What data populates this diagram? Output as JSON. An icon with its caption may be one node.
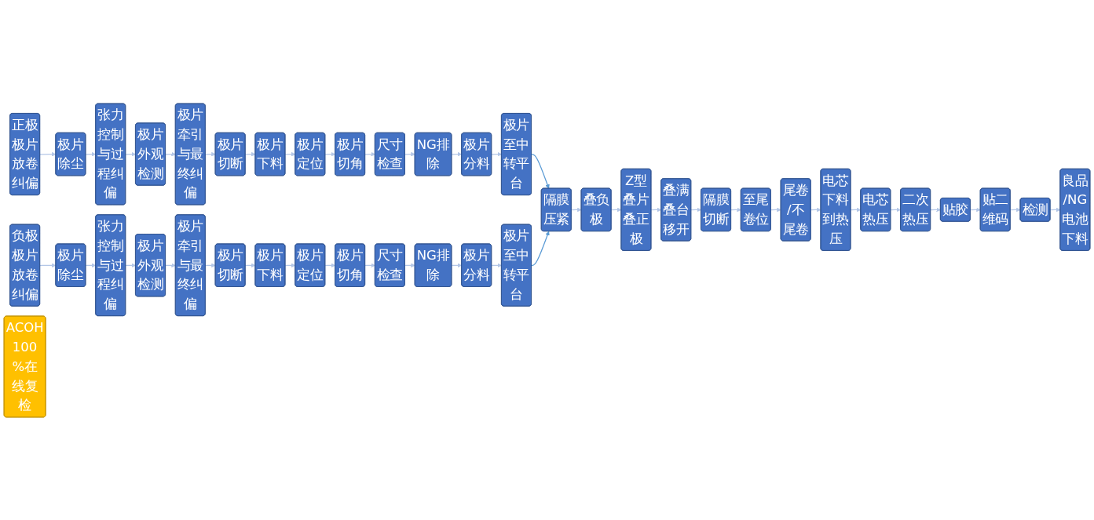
{
  "diagram": {
    "nodes": [
      {
        "text": [
          "正极极片放卷纠偏"
        ]
      },
      {
        "text": [
          "极片除尘"
        ]
      },
      {
        "text": [
          "张力控制与过程纠偏"
        ]
      },
      {
        "text": [
          "极片外观检测"
        ]
      },
      {
        "text": [
          "极片牵引与最终纠偏"
        ]
      },
      {
        "text": [
          "极片切断"
        ]
      },
      {
        "text": [
          "极片下料"
        ]
      },
      {
        "text": [
          "极片定位"
        ]
      },
      {
        "text": [
          "极片切角"
        ]
      },
      {
        "text": [
          "尺寸检查"
        ]
      },
      {
        "text": [
          "NG排除"
        ]
      },
      {
        "text": [
          "极片分料"
        ]
      },
      {
        "text": [
          "极片至中转平台"
        ]
      },
      {
        "text": [
          "负极极片放卷纠偏"
        ]
      },
      {
        "text": [
          "极片除尘"
        ]
      },
      {
        "text": [
          "张力控制与过程纠偏"
        ]
      },
      {
        "text": [
          "极片外观检测"
        ]
      },
      {
        "text": [
          "极片牵引与最终纠偏"
        ]
      },
      {
        "text": [
          "极片切断"
        ]
      },
      {
        "text": [
          "极片下料"
        ]
      },
      {
        "text": [
          "极片定位"
        ]
      },
      {
        "text": [
          "极片切角"
        ]
      },
      {
        "text": [
          "尺寸检查"
        ]
      },
      {
        "text": [
          "NG排除"
        ]
      },
      {
        "text": [
          "极片分料"
        ]
      },
      {
        "text": [
          "极片至中转平台"
        ]
      },
      {
        "text": [
          "隔膜压紧"
        ]
      },
      {
        "text": [
          "叠负极"
        ]
      },
      {
        "text": [
          "Z型叠片叠正极"
        ]
      },
      {
        "text": [
          "叠满叠台移开"
        ]
      },
      {
        "text": [
          "隔膜切断"
        ]
      },
      {
        "text": [
          "至尾卷位"
        ]
      },
      {
        "text": [
          "尾卷/不尾卷"
        ]
      },
      {
        "text": [
          "电芯下料到热压"
        ]
      },
      {
        "text": [
          "电芯热压"
        ]
      },
      {
        "text": [
          "二次热压"
        ]
      },
      {
        "text": [
          "贴胶"
        ]
      },
      {
        "text": [
          "贴二维码"
        ]
      },
      {
        "text": [
          "检测"
        ]
      },
      {
        "text": [
          "良品/NG电池下料"
        ]
      },
      {
        "text": [
          "ACOH 100%在线复检"
        ]
      }
    ],
    "edges": [
      {
        "from": 0,
        "to": 1,
        "arrow": "to"
      },
      {
        "from": 1,
        "to": 2,
        "arrow": "to"
      },
      {
        "from": 2,
        "to": 3,
        "arrow": "to"
      },
      {
        "from": 3,
        "to": 4,
        "arrow": "to"
      },
      {
        "from": 4,
        "to": 5,
        "arrow": "to"
      },
      {
        "from": 5,
        "to": 6,
        "arrow": "to"
      },
      {
        "from": 6,
        "to": 7,
        "arrow": "to"
      },
      {
        "from": 7,
        "to": 8,
        "arrow": "to"
      },
      {
        "from": 8,
        "to": 9,
        "arrow": "to"
      },
      {
        "from": 9,
        "to": 10,
        "arrow": "to"
      },
      {
        "from": 10,
        "to": 11,
        "arrow": "to"
      },
      {
        "from": 11,
        "to": 12,
        "arrow": "to"
      },
      {
        "from": 12,
        "to": 26,
        "arrow": "to",
        "color": "#5b9bd5"
      },
      {
        "from": 13,
        "to": 14,
        "arrow": "to"
      },
      {
        "from": 14,
        "to": 15,
        "arrow": "to"
      },
      {
        "from": 15,
        "to": 16,
        "arrow": "to"
      },
      {
        "from": 16,
        "to": 17,
        "arrow": "to"
      },
      {
        "from": 17,
        "to": 18,
        "arrow": "to"
      },
      {
        "from": 18,
        "to": 19,
        "arrow": "to"
      },
      {
        "from": 19,
        "to": 20,
        "arrow": "to"
      },
      {
        "from": 20,
        "to": 21,
        "arrow": "to"
      },
      {
        "from": 21,
        "to": 22,
        "arrow": "to"
      },
      {
        "from": 22,
        "to": 23,
        "arrow": "to"
      },
      {
        "from": 23,
        "to": 24,
        "arrow": "to"
      },
      {
        "from": 24,
        "to": 25,
        "arrow": "to"
      },
      {
        "from": 25,
        "to": 26,
        "arrow": "to",
        "color": "#5b9bd5"
      },
      {
        "from": 26,
        "to": 27,
        "arrow": "to"
      },
      {
        "from": 27,
        "to": 28,
        "arrow": "to"
      },
      {
        "from": 28,
        "to": 29,
        "arrow": "to"
      },
      {
        "from": 29,
        "to": 30,
        "arrow": "to"
      },
      {
        "from": 30,
        "to": 31,
        "arrow": "to"
      },
      {
        "from": 31,
        "to": 32,
        "arrow": "to"
      },
      {
        "from": 32,
        "to": 33,
        "arrow": "to"
      },
      {
        "from": 33,
        "to": 34,
        "arrow": "to"
      },
      {
        "from": 34,
        "to": 35,
        "arrow": "to"
      },
      {
        "from": 35,
        "to": 36,
        "arrow": "to"
      },
      {
        "from": 36,
        "to": 37,
        "arrow": "to"
      },
      {
        "from": 37,
        "to": 38,
        "arrow": "to"
      },
      {
        "from": 38,
        "to": 39,
        "arrow": "to"
      }
    ]
  }
}
